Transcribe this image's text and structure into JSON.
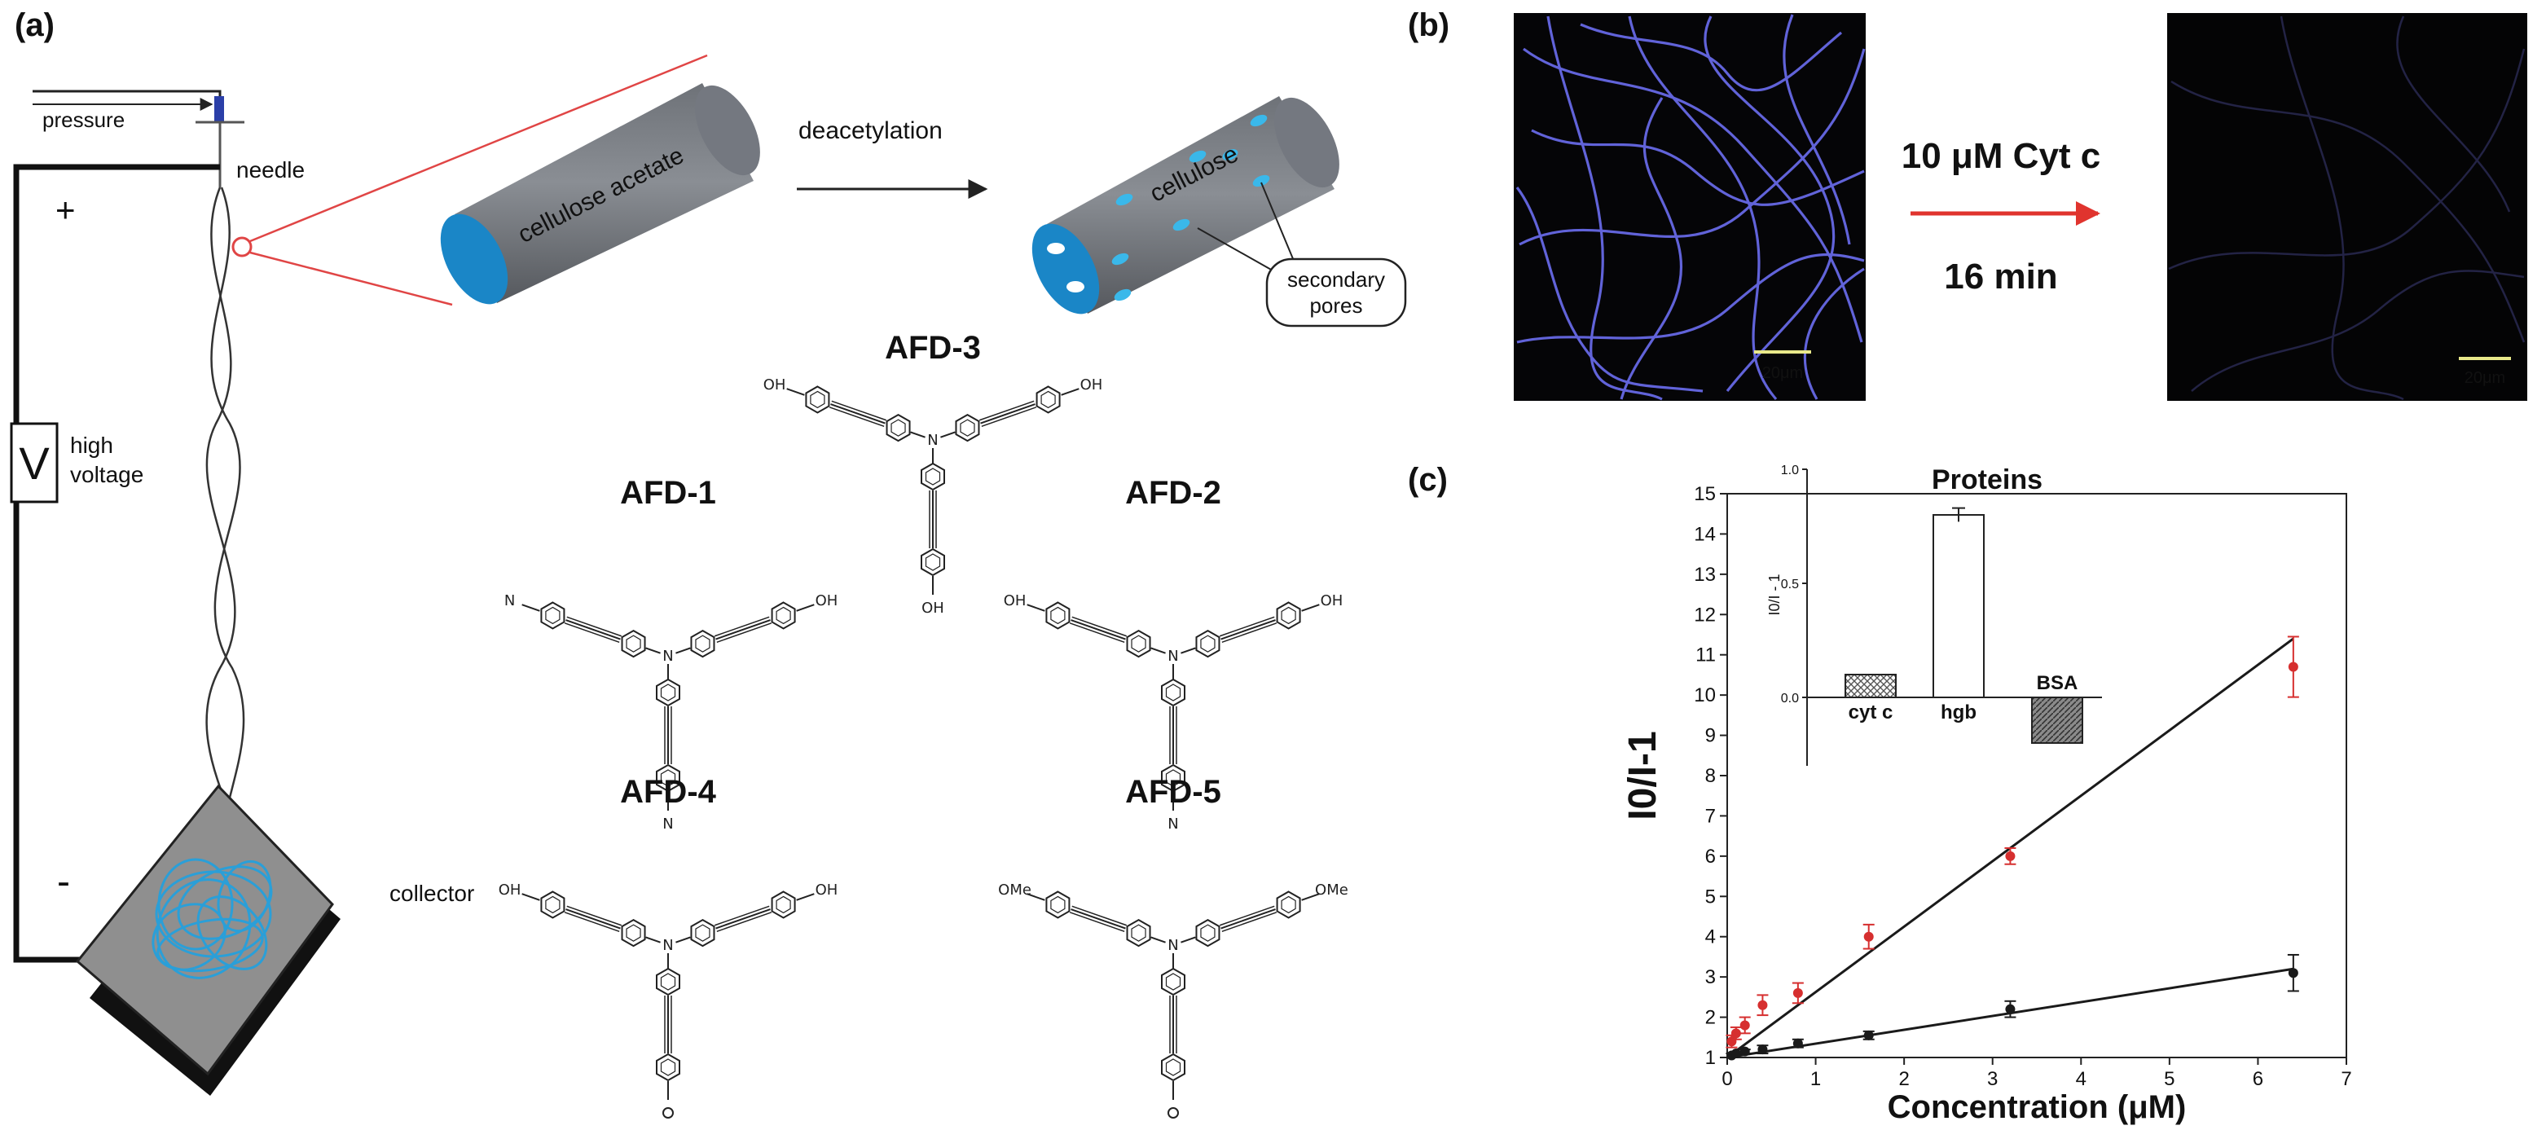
{
  "panels": {
    "a": {
      "label": "(a)",
      "setup": {
        "pressure": "pressure",
        "needle": "needle",
        "plus": "+",
        "minus": "-",
        "voltage_symbol": "V",
        "high_voltage_line1": "high",
        "high_voltage_line2": "voltage",
        "collector": "collector"
      },
      "fiber": {
        "cellulose_acetate": "cellulose acetate",
        "deacetylation": "deacetylation",
        "cellulose": "cellulose",
        "secondary_pores_line1": "secondary",
        "secondary_pores_line2": "pores"
      },
      "molecules": [
        "AFD-3",
        "AFD-1",
        "AFD-2",
        "AFD-4",
        "AFD-5"
      ],
      "chem_labels": {
        "acid": "OH",
        "ester": "OMe",
        "nitrogen": "N"
      }
    },
    "b": {
      "label": "(b)",
      "treatment_line1": "10 μM Cyt c",
      "treatment_line2": "16 min",
      "scale_bar": "20μm"
    },
    "c": {
      "label": "(c)"
    }
  },
  "chart_data": [
    {
      "type": "scatter",
      "xlabel": "Concentration (μM)",
      "ylabel": "I0/I-1",
      "xlim": [
        0,
        7
      ],
      "ylim": [
        1,
        15
      ],
      "xticks": [
        0,
        1,
        2,
        3,
        4,
        5,
        6,
        7
      ],
      "yticks": [
        1,
        2,
        3,
        4,
        5,
        6,
        7,
        8,
        9,
        10,
        11,
        12,
        13,
        14,
        15
      ],
      "grid": false,
      "series": [
        {
          "color": "#d62f2f",
          "x": [
            0.05,
            0.1,
            0.2,
            0.4,
            0.8,
            1.6,
            3.2,
            6.4
          ],
          "y": [
            1.4,
            1.6,
            1.8,
            2.3,
            2.6,
            4.0,
            6.0,
            10.7
          ],
          "err": [
            0.15,
            0.15,
            0.2,
            0.25,
            0.25,
            0.3,
            0.2,
            0.75
          ],
          "fit": [
            [
              0,
              1.0
            ],
            [
              6.4,
              11.4
            ]
          ]
        },
        {
          "color": "#1a1a1a",
          "x": [
            0.05,
            0.1,
            0.2,
            0.4,
            0.8,
            1.6,
            3.2,
            6.4
          ],
          "y": [
            1.05,
            1.1,
            1.15,
            1.2,
            1.35,
            1.55,
            2.2,
            3.1
          ],
          "err": [
            0.05,
            0.05,
            0.05,
            0.1,
            0.1,
            0.1,
            0.2,
            0.45
          ],
          "fit": [
            [
              0,
              1.0
            ],
            [
              6.4,
              3.2
            ]
          ]
        }
      ]
    },
    {
      "type": "bar",
      "title": "Proteins",
      "ylabel": "I0/I - 1",
      "categories": [
        "cyt c",
        "hgb",
        "BSA"
      ],
      "values": [
        0.1,
        0.8,
        -0.2
      ],
      "err": [
        0.0,
        0.03,
        0.0
      ],
      "ylim": [
        -0.3,
        1.0
      ],
      "yticks": [
        0.0,
        0.5,
        1.0
      ],
      "fills": [
        "crosshatch",
        "white",
        "diagonal"
      ]
    }
  ]
}
